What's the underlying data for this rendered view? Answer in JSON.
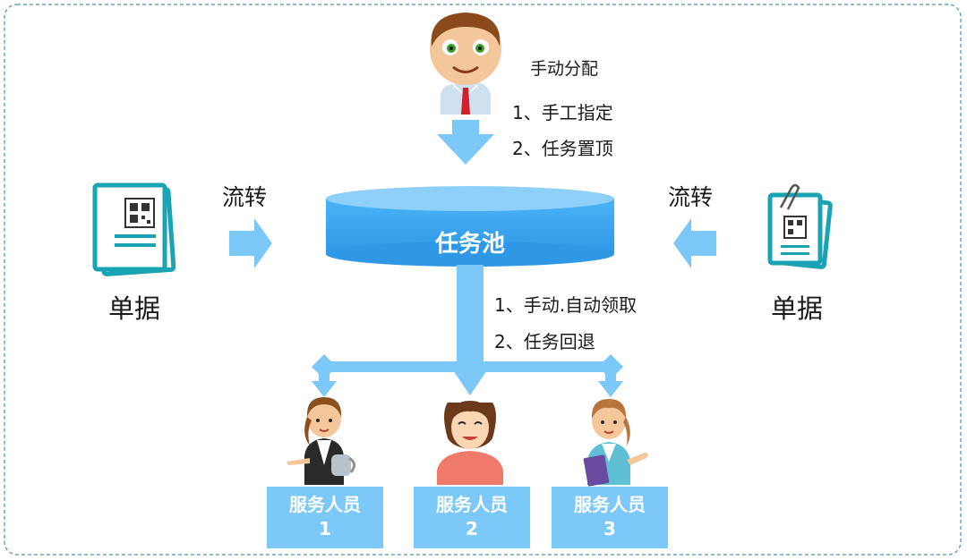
{
  "manual": {
    "title": "手动分配",
    "items": [
      "1、手工指定",
      "2、任务置顶"
    ]
  },
  "pool": {
    "label": "任务池"
  },
  "left": {
    "flow_label": "流转",
    "doc_label": "单据"
  },
  "right": {
    "flow_label": "流转",
    "doc_label": "单据"
  },
  "pull": {
    "items": [
      "1、手动.自动领取",
      "2、任务回退"
    ]
  },
  "staff": [
    {
      "name": "服务人员",
      "num": "1"
    },
    {
      "name": "服务人员",
      "num": "2"
    },
    {
      "name": "服务人员",
      "num": "3"
    }
  ],
  "colors": {
    "arrow": "#7cc8f8",
    "pool": "#3aa6f0",
    "pool_top": "#8fd0fb",
    "doc_teal": "#19a3b3",
    "border": "#6aa3c8"
  }
}
